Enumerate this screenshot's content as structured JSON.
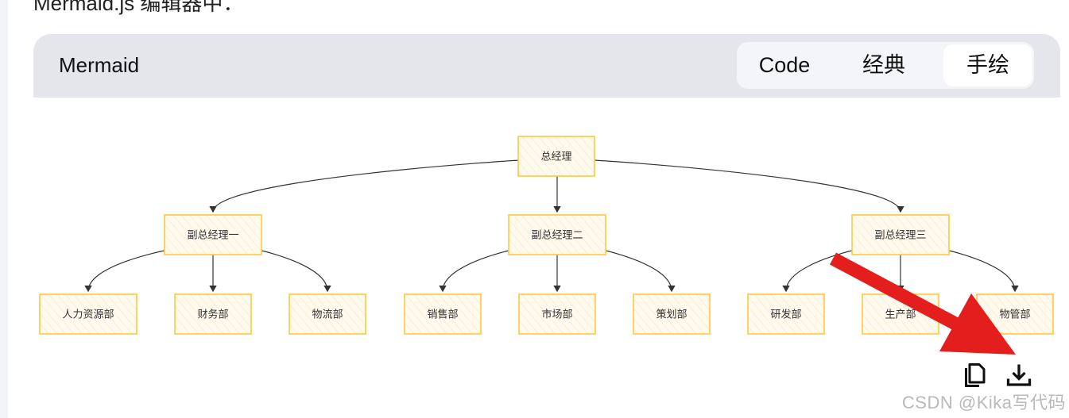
{
  "intro_text": "Mermaid.js 编辑器中：",
  "panel": {
    "title": "Mermaid",
    "modes": [
      {
        "label": "Code",
        "active": false
      },
      {
        "label": "经典",
        "active": false
      },
      {
        "label": "手绘",
        "active": true
      }
    ]
  },
  "diagram": {
    "node_fill": "#fff8e6",
    "node_stroke": "#ffc83d",
    "edge_color": "#333333",
    "root": {
      "label": "总经理"
    },
    "managers": [
      {
        "label": "副总经理一",
        "departments": [
          "人力资源部",
          "财务部",
          "物流部"
        ]
      },
      {
        "label": "副总经理二",
        "departments": [
          "销售部",
          "市场部",
          "策划部"
        ]
      },
      {
        "label": "副总经理三",
        "departments": [
          "研发部",
          "生产部",
          "物管部"
        ]
      }
    ]
  },
  "annotation_arrow_color": "#e41d1d",
  "actions": {
    "copy_icon": "copy-icon",
    "download_icon": "download-icon"
  },
  "watermark": "CSDN @Kika写代码"
}
